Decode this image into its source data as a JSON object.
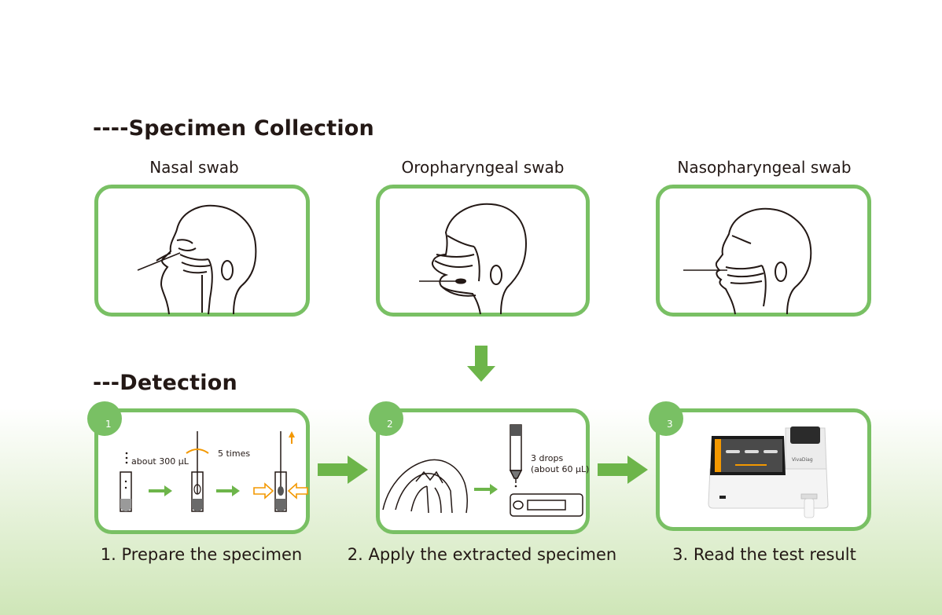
{
  "specimen_collection": {
    "title": "----Specimen Collection",
    "swabs": [
      {
        "label": "Nasal swab"
      },
      {
        "label": "Oropharyngeal swab"
      },
      {
        "label": "Nasopharyngeal swab"
      }
    ]
  },
  "detection": {
    "title": "---Detection",
    "steps": [
      {
        "number": "1",
        "label": "1. Prepare the specimen",
        "notes": {
          "volume": "about 300 µL",
          "mix": "5 times"
        }
      },
      {
        "number": "2",
        "label": "2. Apply the extracted specimen",
        "notes": {
          "drops": "3 drops",
          "drops_volume": "(about 60 µL)"
        }
      },
      {
        "number": "3",
        "label": "3. Read the test result",
        "notes": {
          "device_brand": "VivaDiag"
        }
      }
    ]
  },
  "colors": {
    "accent_green": "#79c064",
    "arrow_green": "#6db54a",
    "orange": "#f39800"
  }
}
